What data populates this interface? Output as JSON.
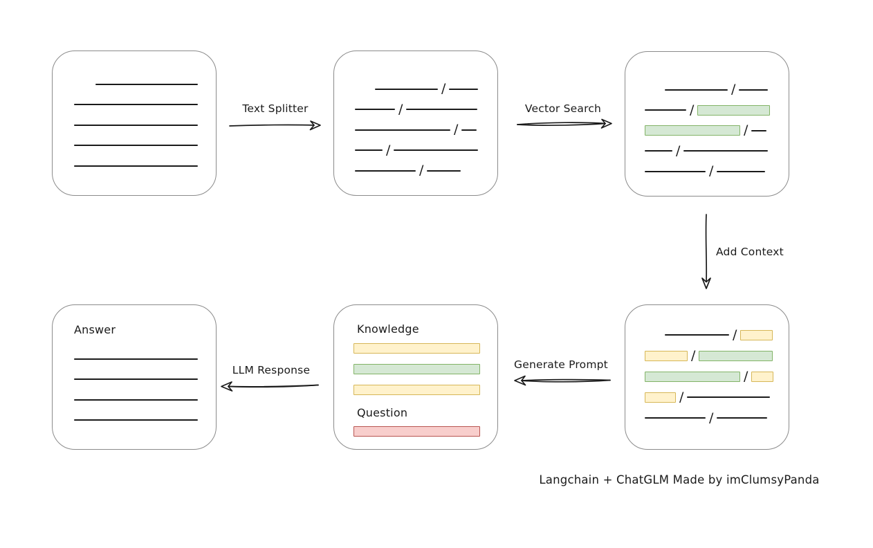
{
  "caption": "Langchain + ChatGLM Made by imClumsyPanda",
  "slash_char": "/",
  "labels": {
    "text_splitter": "Text Splitter",
    "vector_search": "Vector Search",
    "add_context": "Add Context",
    "generate_prompt": "Generate Prompt",
    "llm_response": "LLM Response",
    "knowledge": "Knowledge",
    "question": "Question",
    "answer": "Answer"
  },
  "colors": {
    "line": "#1a1a1a",
    "box_border": "#8a8a8a",
    "green": {
      "fill": "#d5e8d4",
      "border": "#82b366"
    },
    "yellow": {
      "fill": "#fff2cc",
      "border": "#d6b656"
    },
    "red": {
      "fill": "#f8cecc",
      "border": "#b85450"
    }
  },
  "boxes": {
    "document": {
      "rows": [
        [
          {
            "t": "indent",
            "w": 31
          },
          {
            "t": "line",
            "w": 148
          }
        ],
        [
          {
            "t": "line",
            "w": 179
          }
        ],
        [
          {
            "t": "line",
            "w": 179
          }
        ],
        [
          {
            "t": "line",
            "w": 179
          }
        ],
        [
          {
            "t": "line",
            "w": 179
          }
        ]
      ]
    },
    "chunks": {
      "rows": [
        [
          {
            "t": "indent",
            "w": 29
          },
          {
            "t": "line",
            "w": 91
          },
          {
            "t": "slash"
          },
          {
            "t": "line",
            "w": 42
          }
        ],
        [
          {
            "t": "line",
            "w": 58
          },
          {
            "t": "slash"
          },
          {
            "t": "line",
            "w": 103
          }
        ],
        [
          {
            "t": "line",
            "w": 138
          },
          {
            "t": "slash"
          },
          {
            "t": "line",
            "w": 22
          }
        ],
        [
          {
            "t": "line",
            "w": 40
          },
          {
            "t": "slash"
          },
          {
            "t": "line",
            "w": 122
          }
        ],
        [
          {
            "t": "line",
            "w": 88
          },
          {
            "t": "slash"
          },
          {
            "t": "line",
            "w": 49
          }
        ]
      ]
    },
    "matched": {
      "rows": [
        [
          {
            "t": "indent",
            "w": 29
          },
          {
            "t": "line",
            "w": 91
          },
          {
            "t": "slash"
          },
          {
            "t": "line",
            "w": 42
          }
        ],
        [
          {
            "t": "line",
            "w": 60
          },
          {
            "t": "slash"
          },
          {
            "t": "bar",
            "c": "green",
            "w": 105
          }
        ],
        [
          {
            "t": "bar",
            "c": "green",
            "w": 138
          },
          {
            "t": "slash"
          },
          {
            "t": "line",
            "w": 22
          }
        ],
        [
          {
            "t": "line",
            "w": 40
          },
          {
            "t": "slash"
          },
          {
            "t": "line",
            "w": 122
          }
        ],
        [
          {
            "t": "line",
            "w": 88
          },
          {
            "t": "slash"
          },
          {
            "t": "line",
            "w": 70
          }
        ]
      ]
    },
    "context": {
      "rows": [
        [
          {
            "t": "indent",
            "w": 29
          },
          {
            "t": "line",
            "w": 93
          },
          {
            "t": "slash"
          },
          {
            "t": "bar",
            "c": "yellow",
            "w": 47
          }
        ],
        [
          {
            "t": "bar",
            "c": "yellow",
            "w": 62
          },
          {
            "t": "slash"
          },
          {
            "t": "bar",
            "c": "green",
            "w": 107
          }
        ],
        [
          {
            "t": "bar",
            "c": "green",
            "w": 138
          },
          {
            "t": "slash"
          },
          {
            "t": "bar",
            "c": "yellow",
            "w": 32
          }
        ],
        [
          {
            "t": "bar",
            "c": "yellow",
            "w": 45
          },
          {
            "t": "slash"
          },
          {
            "t": "line",
            "w": 120
          }
        ],
        [
          {
            "t": "line",
            "w": 88
          },
          {
            "t": "slash"
          },
          {
            "t": "line",
            "w": 73
          }
        ]
      ]
    },
    "prompt": {
      "knowledge_bars": [
        [
          {
            "t": "bar",
            "c": "yellow",
            "w": 183
          }
        ],
        [
          {
            "t": "bar",
            "c": "green",
            "w": 183
          }
        ],
        [
          {
            "t": "bar",
            "c": "yellow",
            "w": 183
          }
        ]
      ],
      "question_bars": [
        [
          {
            "t": "bar",
            "c": "red",
            "w": 183
          }
        ]
      ]
    },
    "answer": {
      "rows": [
        [
          {
            "t": "line",
            "w": 179
          }
        ],
        [
          {
            "t": "line",
            "w": 179
          }
        ],
        [
          {
            "t": "line",
            "w": 179
          }
        ],
        [
          {
            "t": "line",
            "w": 179
          }
        ]
      ]
    }
  }
}
